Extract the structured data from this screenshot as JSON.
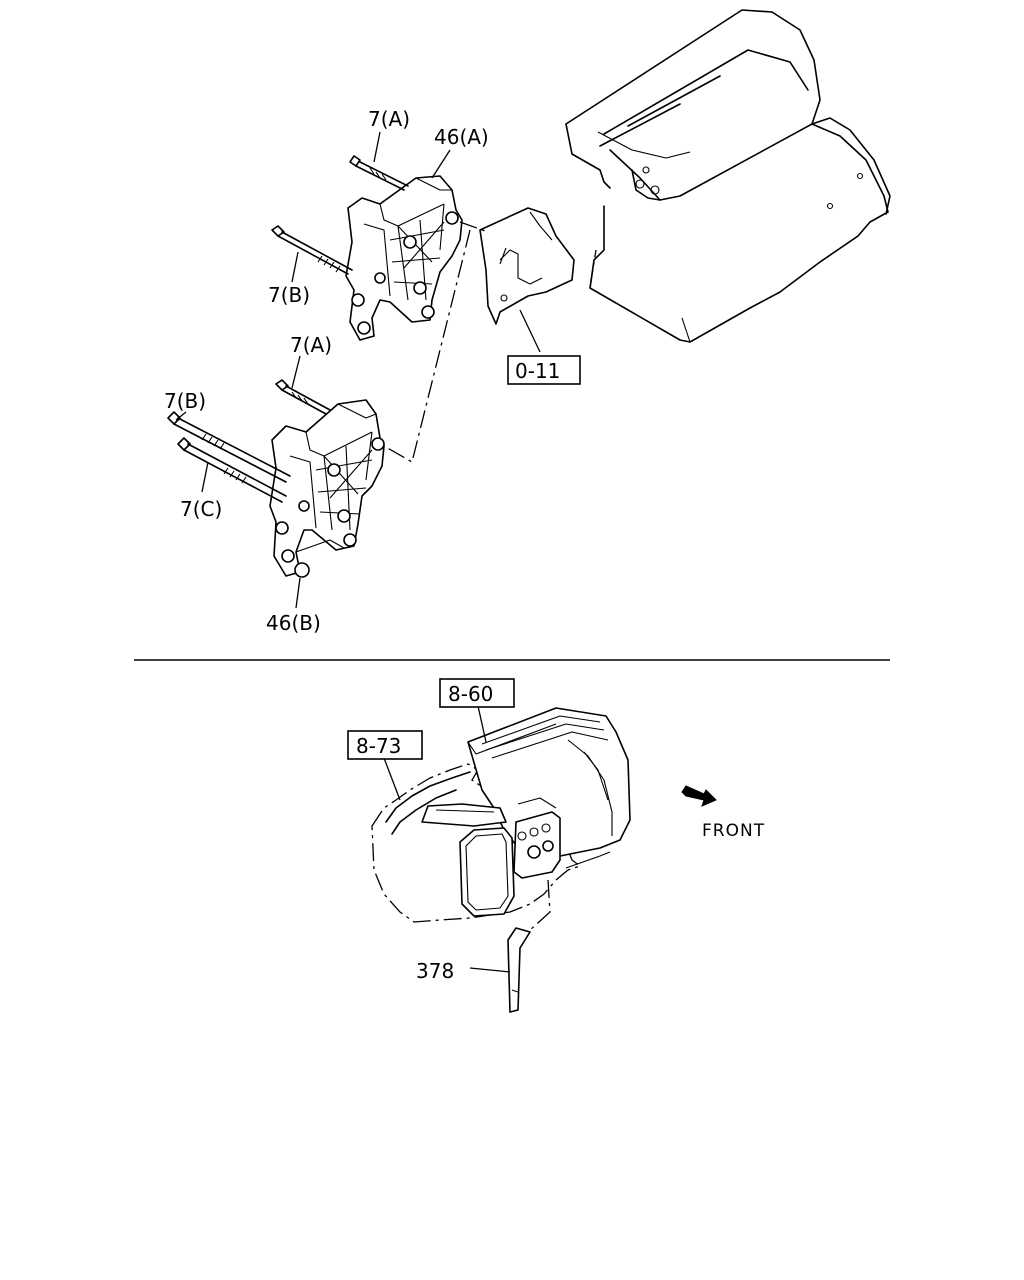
{
  "labels": {
    "bolt_7a_top": "7(A)",
    "bracket_46a": "46(A)",
    "bolt_7b_top": "7(B)",
    "ref_0_11": "0-11",
    "bolt_7a_mid": "7(A)",
    "bolt_7b_mid": "7(B)",
    "bolt_7c": "7(C)",
    "bracket_46b": "46(B)",
    "ref_8_60": "8-60",
    "ref_8_73": "8-73",
    "hose_378": "378",
    "front": "FRONT"
  },
  "icons": {
    "front_arrow": "front-arrow-icon"
  }
}
